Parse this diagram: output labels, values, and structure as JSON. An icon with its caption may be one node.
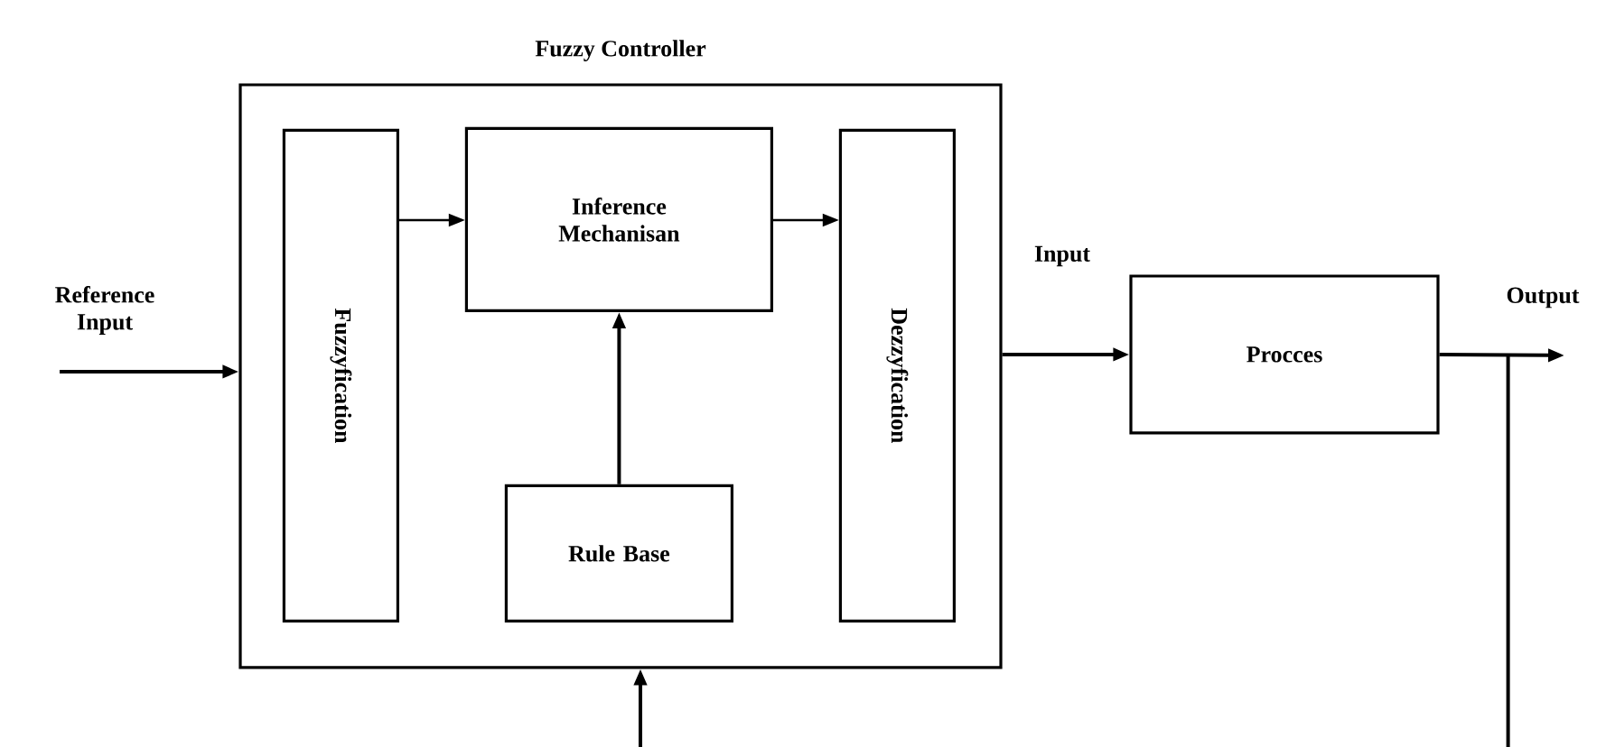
{
  "diagram": {
    "nodes": [
      {
        "text": [
          "Fuzzy Controller"
        ]
      },
      {
        "text": [
          "Fuzzyfication"
        ],
        "in": 0
      },
      {
        "text": [
          "Inference Mechanisan"
        ],
        "in": 0
      },
      {
        "text": [
          "Rule Base"
        ],
        "in": 0
      },
      {
        "text": [
          "Dezzyfication"
        ],
        "in": 0
      },
      {
        "text": [
          "Procces"
        ]
      }
    ],
    "edges": [
      {
        "from": null,
        "to": 0,
        "arrow": "to",
        "label": "Reference Input"
      },
      {
        "from": 1,
        "to": 2,
        "arrow": "to"
      },
      {
        "from": 2,
        "to": 4,
        "arrow": "to"
      },
      {
        "from": 3,
        "to": 2,
        "arrow": "to"
      },
      {
        "from": 0,
        "to": 5,
        "arrow": "to",
        "label": "Input"
      },
      {
        "from": 5,
        "to": null,
        "arrow": "to",
        "label": "Output"
      },
      {
        "from": 5,
        "to": 0,
        "arrow": "to"
      }
    ]
  }
}
